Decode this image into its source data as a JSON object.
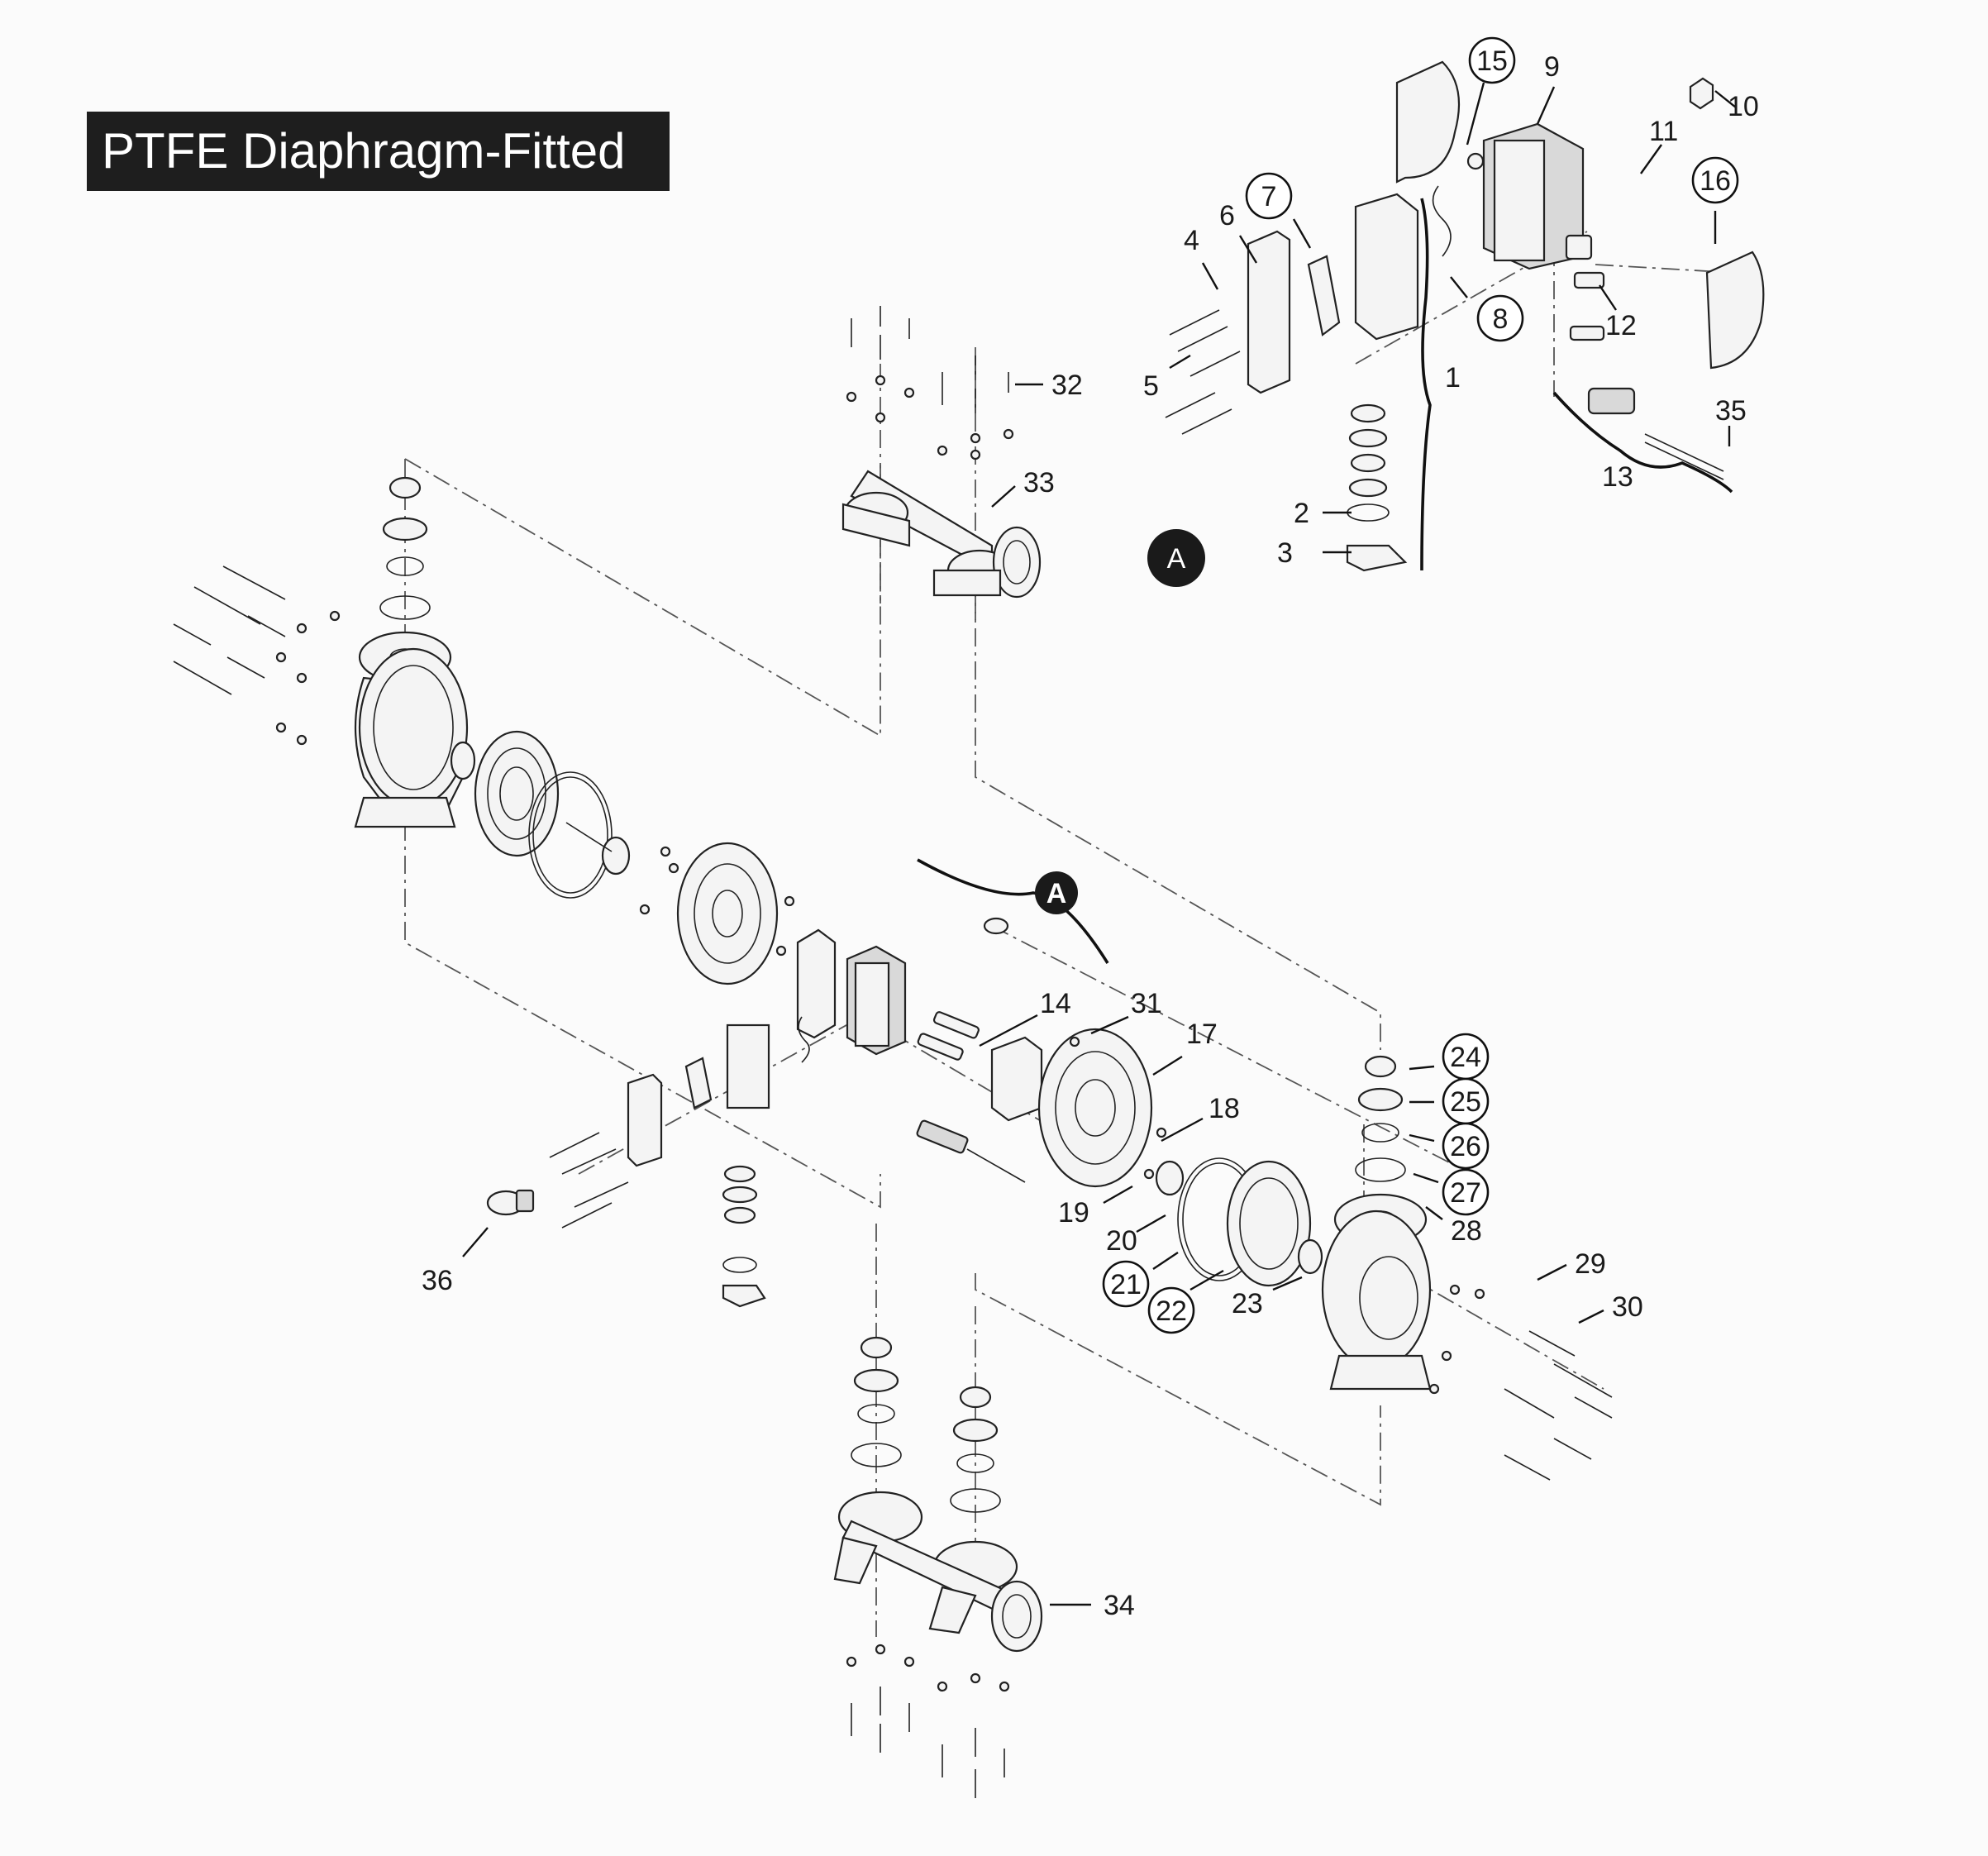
{
  "title": "PTFE Diaphragm-Fitted",
  "callout": "A",
  "labels": {
    "l1": "1",
    "l2": "2",
    "l3": "3",
    "l4": "4",
    "l5": "5",
    "l6": "6",
    "l7": "7",
    "l8": "8",
    "l9": "9",
    "l10": "10",
    "l11": "11",
    "l12": "12",
    "l13": "13",
    "l14": "14",
    "l15": "15",
    "l16": "16",
    "l17": "17",
    "l18": "18",
    "l19": "19",
    "l20": "20",
    "l21": "21",
    "l22": "22",
    "l23": "23",
    "l24": "24",
    "l25": "25",
    "l26": "26",
    "l27": "27",
    "l28": "28",
    "l29": "29",
    "l30": "30",
    "l31": "31",
    "l32": "32",
    "l33": "33",
    "l34": "34",
    "l35": "35",
    "l36": "36"
  }
}
